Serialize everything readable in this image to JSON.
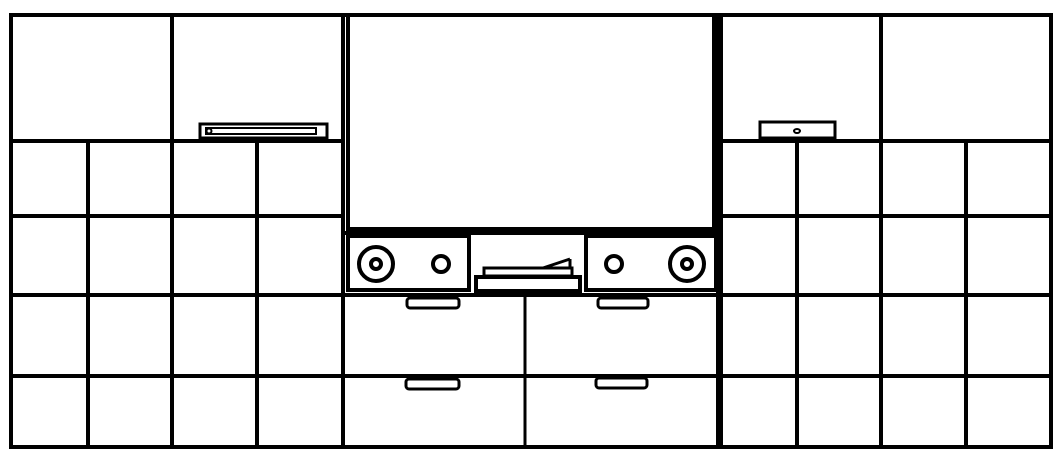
{
  "drawing": {
    "style": "line-art",
    "stroke_color": "#000000",
    "background_color": "#ffffff",
    "left_unit": {
      "top_cabinets": 2,
      "shelf_grid_columns": 4,
      "shelf_grid_rows": 4,
      "device": "receiver-box"
    },
    "center_unit": {
      "tv": true,
      "speakers": 2,
      "turntable": true,
      "drawer_columns": 2,
      "drawer_rows": 2
    },
    "right_unit": {
      "top_cabinets": 2,
      "shelf_grid_columns": 4,
      "shelf_grid_rows": 4,
      "device": "small-box"
    }
  }
}
